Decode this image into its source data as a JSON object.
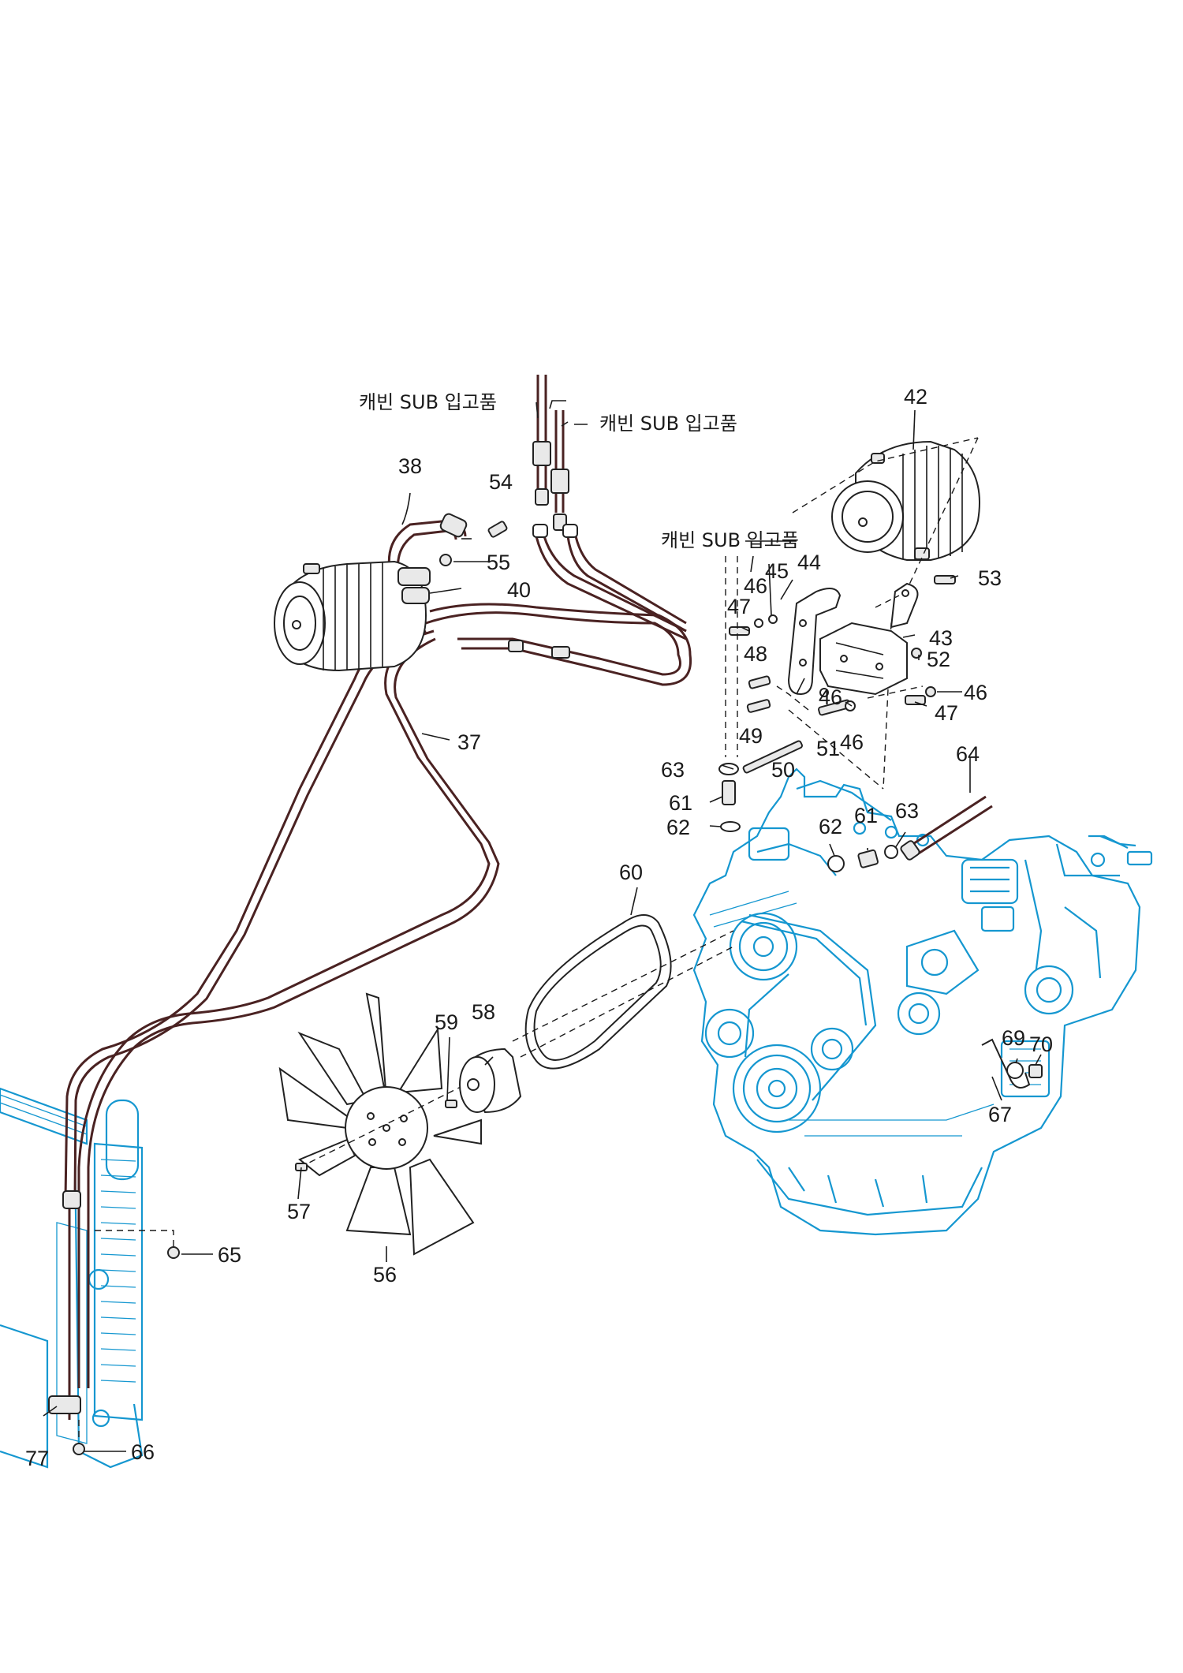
{
  "annotations": {
    "cabin_sub": "캐빈 SUB 입고품"
  },
  "part_numbers": {
    "p37": "37",
    "p38": "38",
    "p40": "40",
    "p42": "42",
    "p43": "43",
    "p44": "44",
    "p45": "45",
    "p46": "46",
    "p47": "47",
    "p48": "48",
    "p49": "49",
    "p50": "50",
    "p51": "51",
    "p52": "52",
    "p53": "53",
    "p54": "54",
    "p55": "55",
    "p56": "56",
    "p57": "57",
    "p58": "58",
    "p59": "59",
    "p60": "60",
    "p61": "61",
    "p62": "62",
    "p63": "63",
    "p64": "64",
    "p65": "65",
    "p66": "66",
    "p67": "67",
    "p69": "69",
    "p70": "70",
    "p77": "77"
  },
  "colors": {
    "line_art": "#1a1a1a",
    "hose": "#4a2222",
    "engine_blue": "#1597d0"
  }
}
